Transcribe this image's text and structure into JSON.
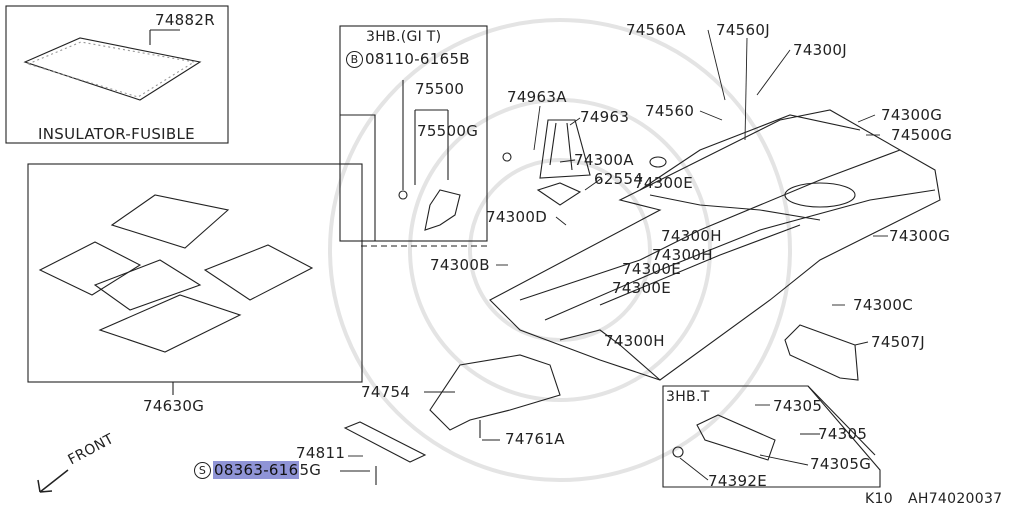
{
  "diagram": {
    "insulator_box": {
      "part": "74882R",
      "caption": "INSULATOR-FUSIBLE"
    },
    "mat_box": {
      "part": "74630G"
    },
    "trans_box": {
      "title": "3HB.(GI T)",
      "bolt_code": "B",
      "bolt_part": "08110-6165B",
      "parts": [
        "75500",
        "75500G"
      ]
    },
    "small_box": {
      "title": "3HB.T",
      "parts": [
        "74305",
        "74305",
        "74305G",
        "74392E"
      ]
    },
    "parts": {
      "p74963A": "74963A",
      "p74963": "74963",
      "p74300A": "74300A",
      "p62554": "62554",
      "p74300D": "74300D",
      "p74300E_a": "74300E",
      "p74300H_a": "74300H",
      "p74300H_b": "74300H",
      "p74300E_b": "74300E",
      "p74300E_c": "74300E",
      "p74300B": "74300B",
      "p74300H_c": "74300H",
      "p74560A": "74560A",
      "p74560J": "74560J",
      "p74300J": "74300J",
      "p74560": "74560",
      "p74300G_a": "74300G",
      "p74500G": "74500G",
      "p74300G_b": "74300G",
      "p74300C": "74300C",
      "p74507J": "74507J",
      "p74754": "74754",
      "p74761A": "74761A",
      "p74811": "74811"
    },
    "screw": {
      "code": "S",
      "part_highlight": "08363-616",
      "part_rest": "5G"
    },
    "front_label": "FRONT",
    "footer": {
      "page": "K10",
      "ref": "AH74020037"
    }
  }
}
